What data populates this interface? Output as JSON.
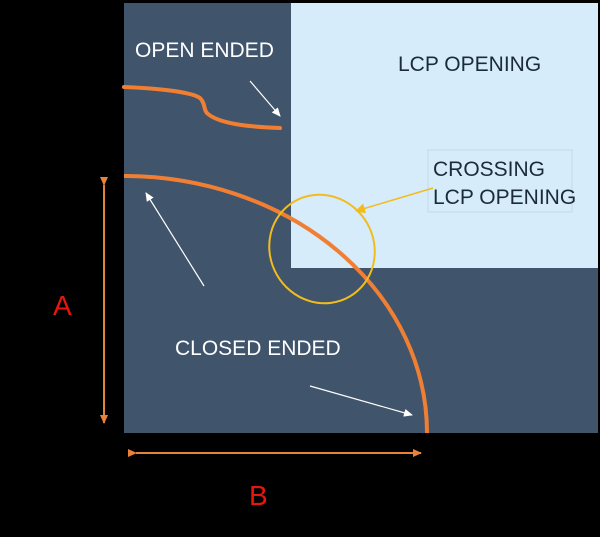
{
  "labels": {
    "open_ended": "OPEN ENDED",
    "lcp_opening": "LCP OPENING",
    "crossing_line1": "CROSSING",
    "crossing_line2": "LCP OPENING",
    "closed_ended": "CLOSED ENDED",
    "dim_a": "A",
    "dim_b": "B"
  },
  "colors": {
    "page_background": "#000000",
    "board_fill": "#40546B",
    "opening_fill": "#D6ECFB",
    "curve_stroke": "#F07F33",
    "highlight_ellipse": "#F2BC1E",
    "dimension_arrow": "#E8823A",
    "dimension_text": "#E8150F",
    "white_text": "#FFFFFF",
    "dark_text": "#1B2B3A"
  }
}
